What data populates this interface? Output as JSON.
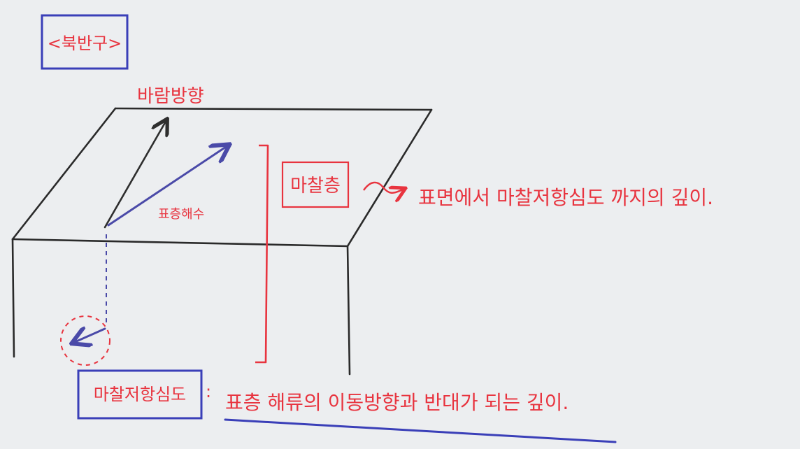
{
  "labels": {
    "hemisphere": "<북반구>",
    "wind_direction": "바람방향",
    "surface_current": "표층해수",
    "friction_layer": "마찰층",
    "friction_layer_desc": "표면에서 마찰저항심도 까지의 깊이.",
    "friction_depth": "마찰저항심도",
    "friction_depth_desc": "표층 해류의 이동방향과 반대가 되는 깊이."
  },
  "colors": {
    "pen_red": "#e8343f",
    "pen_blue": "#3a3fb8",
    "pen_black": "#2a2a2a",
    "paper": "#eceef0"
  }
}
